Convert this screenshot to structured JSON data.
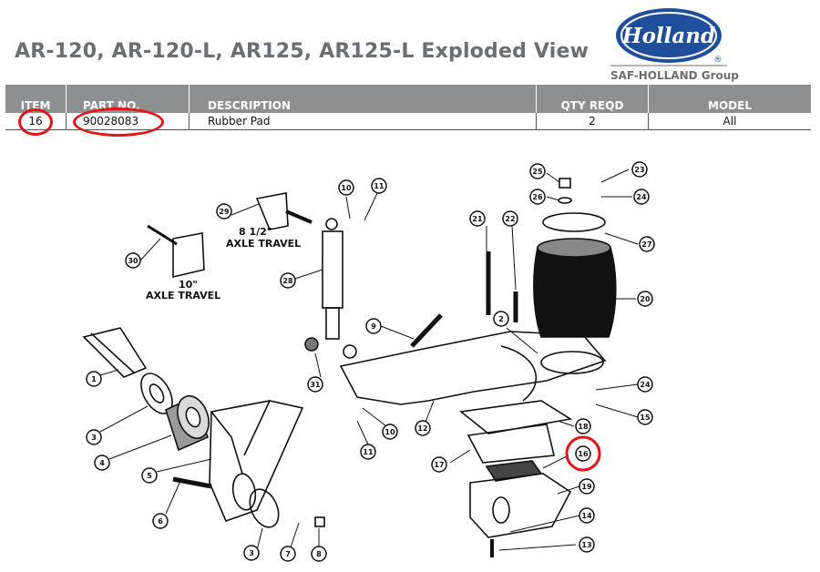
{
  "header": {
    "title": "AR-120, AR-120-L, AR125, AR125-L Exploded View",
    "logo_text": "Holland",
    "logo_mark": "®",
    "group_text": "SAF-HOLLAND Group",
    "colors": {
      "brand_blue": "#1f4e9c",
      "header_gray": "#8e8f91",
      "title_gray": "#6b6e72",
      "highlight_red": "#e0161b"
    }
  },
  "table": {
    "headers": [
      "ITEM",
      "PART NO.",
      "DESCRIPTION",
      "QTY REQD",
      "MODEL"
    ],
    "rows": [
      {
        "item": "16",
        "part_no": "90028083",
        "description": "Rubber Pad",
        "qty": "2",
        "model": "All"
      }
    ]
  },
  "diagram": {
    "labels": {
      "travel_8": "8 1/2\"",
      "travel_8_b": "AXLE TRAVEL",
      "travel_10": "10\"",
      "travel_10_b": "AXLE TRAVEL"
    },
    "callouts": [
      "1",
      "2",
      "3",
      "3",
      "4",
      "5",
      "6",
      "7",
      "8",
      "9",
      "10",
      "10",
      "11",
      "11",
      "12",
      "13",
      "14",
      "15",
      "16",
      "17",
      "18",
      "19",
      "20",
      "21",
      "22",
      "23",
      "24",
      "24",
      "25",
      "26",
      "27",
      "28",
      "29",
      "30",
      "31"
    ],
    "highlighted": "16"
  }
}
